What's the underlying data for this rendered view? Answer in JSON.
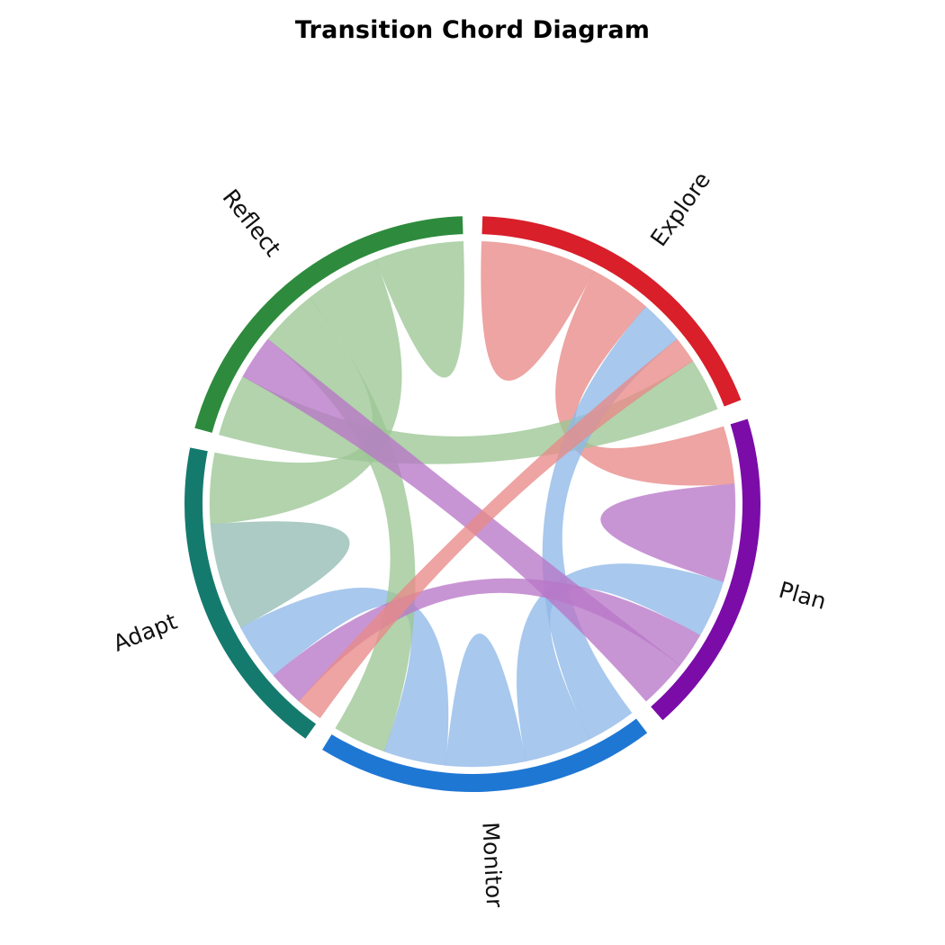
{
  "chart": {
    "title": "Transition Chord Diagram",
    "background": "#ffffff"
  },
  "chart_data": {
    "type": "chord",
    "title": "Transition Chord Diagram",
    "xlabel": "",
    "ylabel": "",
    "grid": false,
    "legend": "none",
    "nodes": [
      "Explore",
      "Plan",
      "Monitor",
      "Adapt",
      "Reflect"
    ],
    "node_colors": [
      "#D81F2A",
      "#7B0CA8",
      "#1F77D4",
      "#157A6E",
      "#2E8B3D"
    ],
    "ribbon_colors": [
      "#E88A88",
      "#B munique",
      "#8FB8E8",
      "#93BDB4",
      "#9CC795"
    ],
    "ribbon_palette": {
      "Explore": "#E88A88",
      "Plan": "#B877C8",
      "Monitor": "#8FB8E8",
      "Adapt": "#93BDB4",
      "Reflect": "#9CC795"
    },
    "matrix_rows": [
      "Explore",
      "Plan",
      "Monitor",
      "Adapt",
      "Reflect"
    ],
    "matrix_cols": [
      "Explore",
      "Plan",
      "Monitor",
      "Adapt",
      "Reflect"
    ],
    "matrix": [
      [
        26,
        14,
        10,
        6,
        12
      ],
      [
        13,
        22,
        13,
        8,
        11
      ],
      [
        11,
        15,
        18,
        14,
        12
      ],
      [
        6,
        8,
        13,
        24,
        16
      ],
      [
        14,
        10,
        13,
        17,
        20
      ]
    ],
    "node_totals": [
      68,
      67,
      70,
      67,
      74
    ],
    "gap_degrees": 4,
    "start_angle_degrees": -88,
    "direction": "clockwise",
    "arc_inner_radius": 300,
    "arc_outer_radius": 320,
    "ribbon_radius": 292,
    "center": [
      525,
      560
    ]
  },
  "labels": {
    "explore": "Explore",
    "plan": "Plan",
    "monitor": "Monitor",
    "adapt": "Adapt",
    "reflect": "Reflect"
  }
}
